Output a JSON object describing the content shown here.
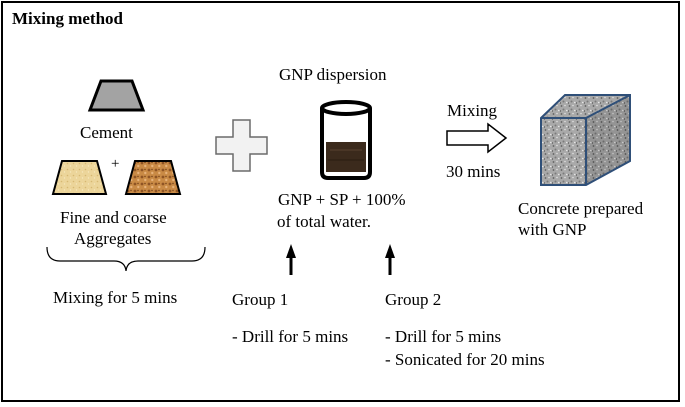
{
  "title": "Mixing method",
  "left": {
    "cement_label": "Cement",
    "plus_small": "+",
    "aggregates_line1": "Fine and coarse",
    "aggregates_line2": "Aggregates",
    "mixing_label": "Mixing for 5 mins"
  },
  "middle": {
    "dispersion_label": "GNP dispersion",
    "formula_line1": "GNP + SP + 100%",
    "formula_line2": "of total water.",
    "group1_label": "Group 1",
    "group1_step1": "- Drill for 5 mins",
    "group2_label": "Group 2",
    "group2_step1": "-  Drill for 5 mins",
    "group2_step2": "-  Sonicated for 20 mins"
  },
  "right": {
    "mixing_label": "Mixing",
    "duration_label": "30 mins",
    "result_line1": "Concrete prepared",
    "result_line2": "with GNP"
  },
  "colors": {
    "cement_fill": "#a3a3a3",
    "fine_aggregate_fill": "#ecd59a",
    "coarse_aggregate_fill": "#c98a45",
    "dispersion_fill": "#3b2a1c",
    "cube_edge": "#2f4f78",
    "cube_fill": "#a9a9a9"
  },
  "icons": [
    "cement-trapezoid-icon",
    "fine-aggregate-icon",
    "coarse-aggregate-icon",
    "plus-cross-icon",
    "beaker-icon",
    "up-arrow-icon",
    "right-arrow-icon",
    "concrete-cube-icon",
    "brace-icon"
  ]
}
